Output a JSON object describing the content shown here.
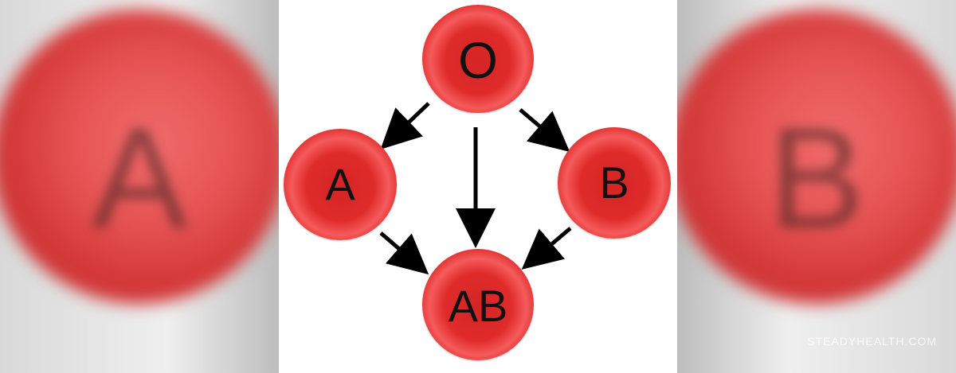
{
  "diagram": {
    "nodes": {
      "o": "O",
      "a": "A",
      "b": "B",
      "ab": "AB"
    },
    "edges": [
      {
        "from": "O",
        "to": "A"
      },
      {
        "from": "O",
        "to": "B"
      },
      {
        "from": "O",
        "to": "AB"
      },
      {
        "from": "A",
        "to": "AB"
      },
      {
        "from": "B",
        "to": "AB"
      }
    ],
    "cell_color": "#e02b2b",
    "arrow_color": "#000000"
  },
  "background": {
    "left_letter": "A",
    "right_letter": "B"
  },
  "watermark": "STEADYHEALTH.COM"
}
